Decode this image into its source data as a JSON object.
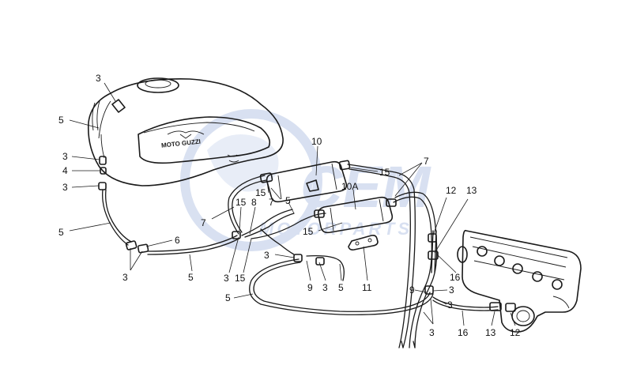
{
  "colors": {
    "line": "#1a1a1a",
    "watermark": "#b9c8e6",
    "background": "#ffffff"
  },
  "brand": {
    "tank_badge": "MOTO GUZZI"
  },
  "watermark": {
    "logo_text": "CEM",
    "sub_text": "MOTORPARTS"
  },
  "callouts": {
    "c3_top": "3",
    "c5_left": "5",
    "c3_left_a": "3",
    "c4_left": "4",
    "c3_left_b": "3",
    "c5_left_low": "5",
    "c6": "6",
    "c3_bottom_left": "3",
    "c5_bottom_left": "5",
    "c10": "10",
    "c15_top": "15",
    "c7_top_right": "7",
    "c10A": "10A",
    "c15_mid_left": "15",
    "c7_mid_left": "7",
    "c5_mid": "5",
    "c7_left": "7",
    "c15_left": "15",
    "c8": "8",
    "c15_mid": "15",
    "c12_top": "12",
    "c13_top": "13",
    "c3_mid_left": "3",
    "c3_under_8": "3",
    "c15_under_8": "15",
    "c9_mid": "9",
    "c3_mid": "3",
    "c5_mid_low": "5",
    "c11": "11",
    "c16_top": "16",
    "c5_bottom": "5",
    "c9_right": "9",
    "c3_right": "3",
    "c3_right_b": "3",
    "c3_bottom_right": "3",
    "c16_bottom": "16",
    "c13_bottom": "13",
    "c12_bottom": "12"
  }
}
